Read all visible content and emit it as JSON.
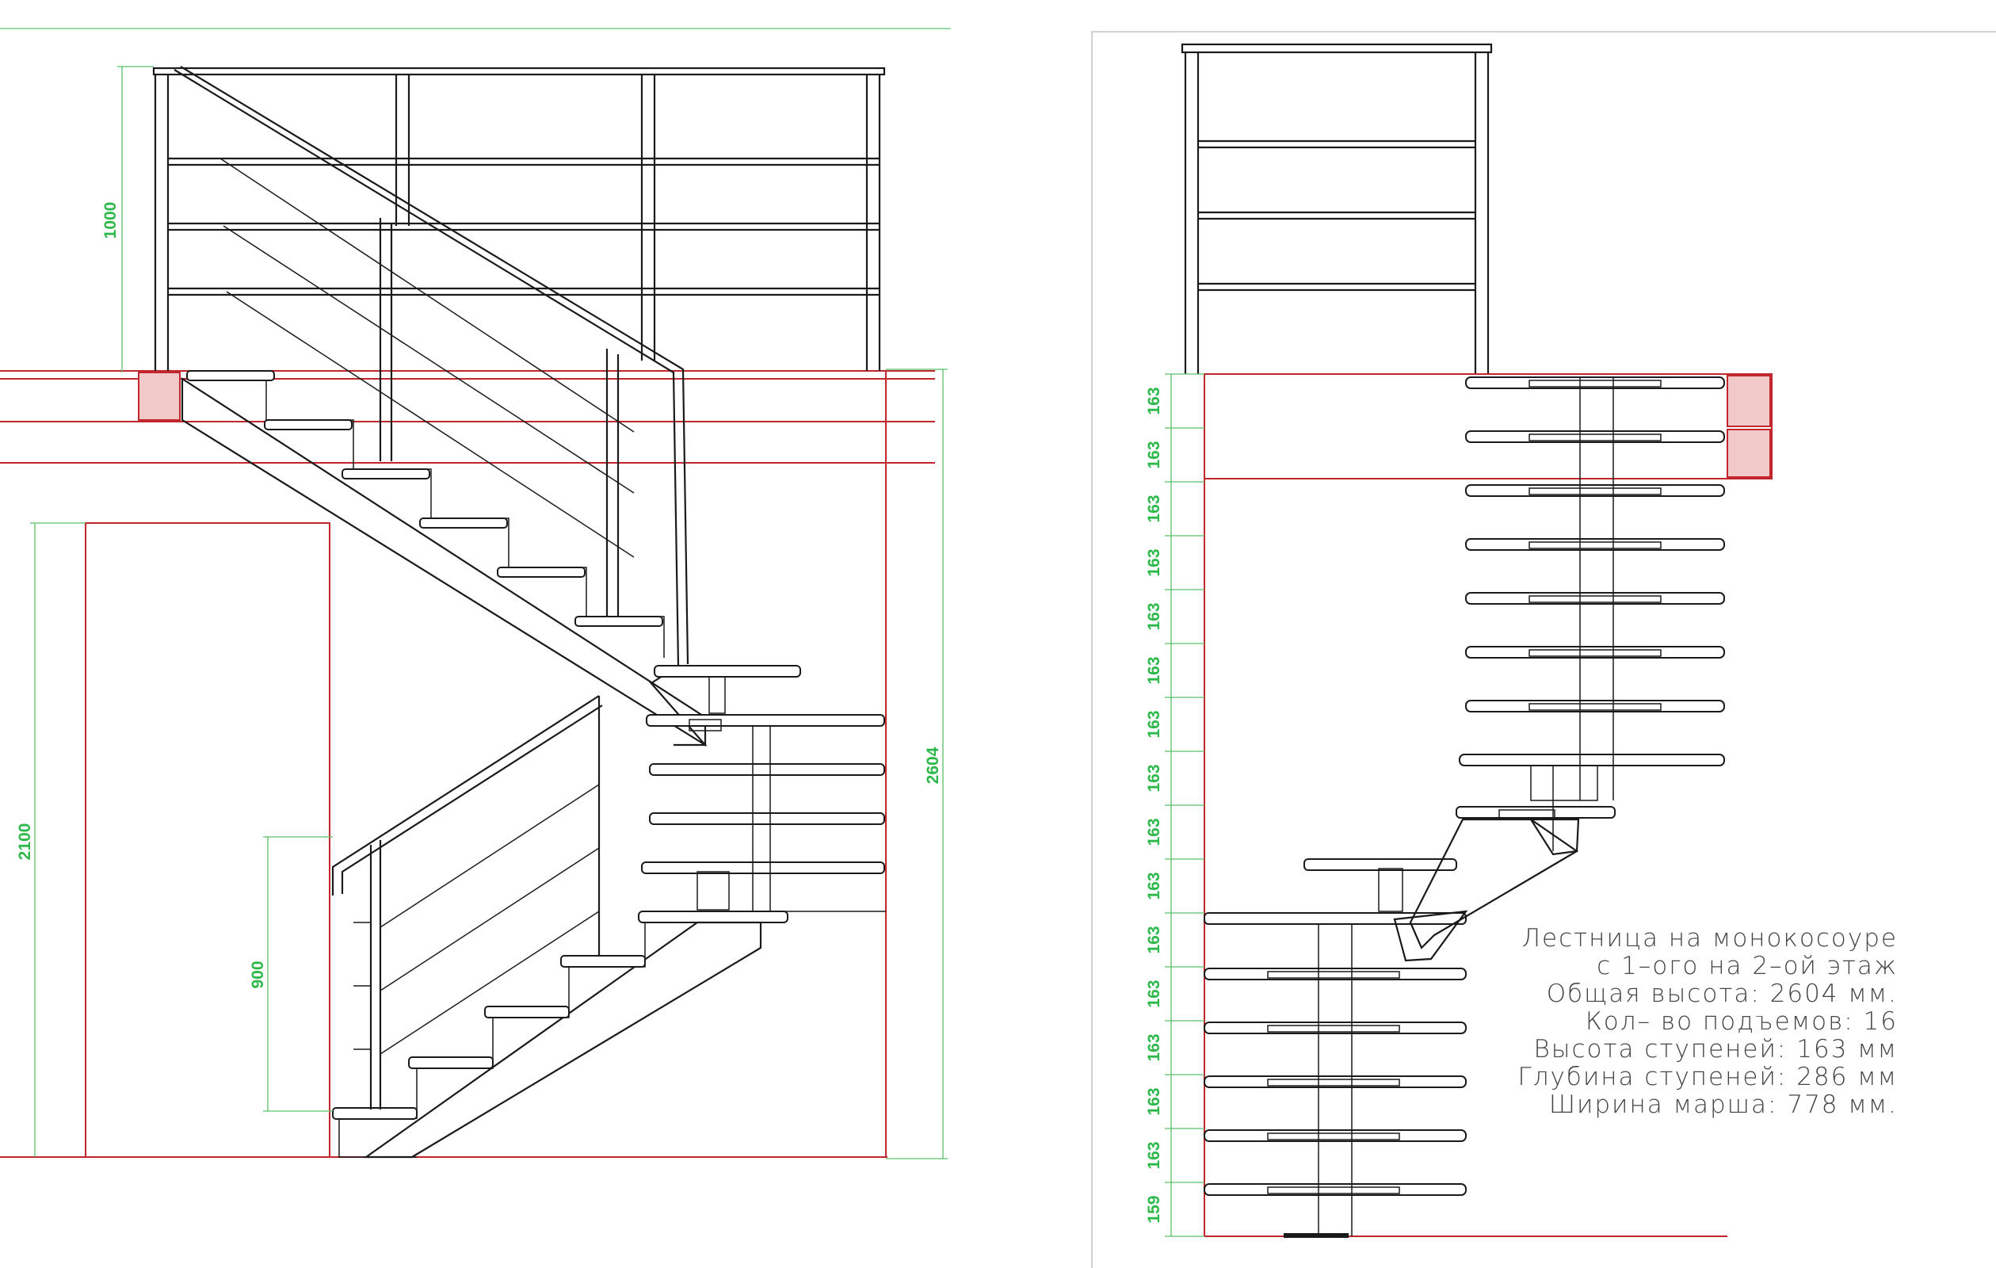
{
  "side_view": {
    "dims": {
      "railing_height": "1000",
      "total_height": "2604",
      "door_height": "2100",
      "lower_rail_height": "900"
    }
  },
  "front_view": {
    "rise_labels": [
      "163",
      "163",
      "163",
      "163",
      "163",
      "163",
      "163",
      "163",
      "163",
      "163",
      "163",
      "163",
      "163",
      "163",
      "163",
      "159"
    ]
  },
  "notes": {
    "lines": [
      "Лестница на монокосоуре",
      "с 1–ого на 2–ой этаж",
      "Общая высота: 2604 мм.",
      "Кол– во подъемов: 16",
      "Высота ступеней: 163 мм",
      "Глубина ступеней: 286 мм",
      "Ширина марша: 778 мм."
    ]
  },
  "colors": {
    "line": "#1a1a1a",
    "red": "#c0262b",
    "dimension": "#2db84a"
  }
}
